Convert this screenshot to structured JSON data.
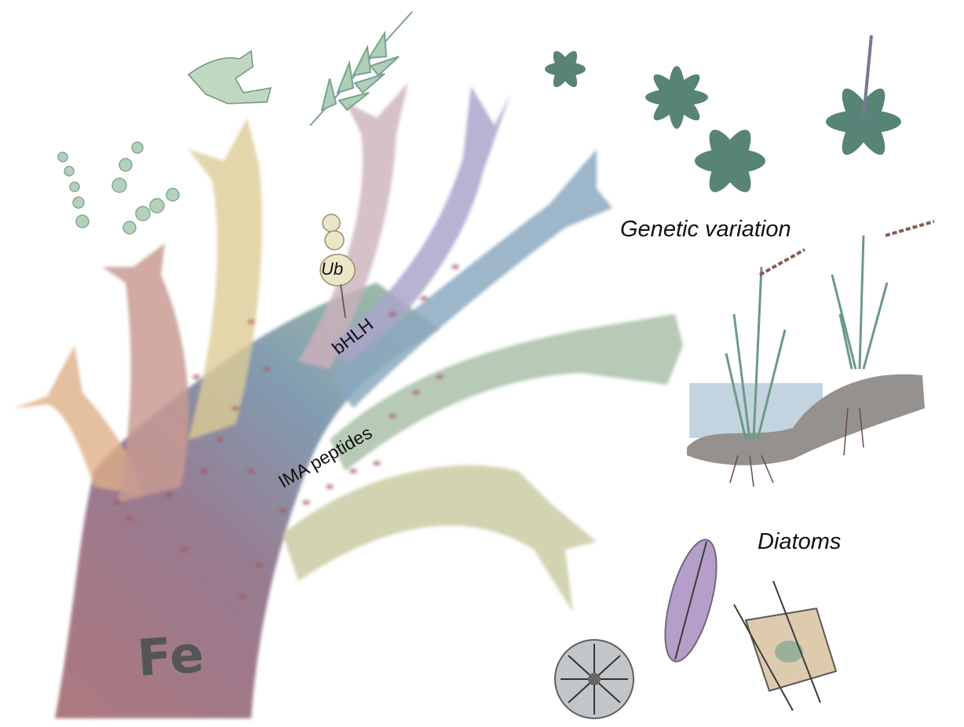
{
  "labels": {
    "genetic_variation": "Genetic variation",
    "diatoms": "Diatoms",
    "ub": "Ub",
    "bhlh": "bHLH",
    "ima_peptides": "IMA peptides",
    "fe": "Fe"
  },
  "palette": {
    "trunk_red": "#a86a6e",
    "branch_orange": "#d9a67a",
    "branch_yellow": "#d9c58a",
    "branch_pink": "#c7a7b4",
    "branch_purple": "#a19ac6",
    "branch_blue": "#7e9fb8",
    "branch_green": "#9fb89f",
    "branch_olive": "#c4c59a",
    "spots": "#9e3b3b",
    "plant_green": "#2f6456",
    "soil_gray": "#8a8683",
    "water_blue": "#9fb9cf"
  },
  "icons": [
    "algae-chain-icon",
    "liverwort-icon",
    "fern-frond-icon",
    "rosette-plant-icon",
    "ubiquitin-beads-icon",
    "grass-in-soil-icon",
    "pennate-diatom-icon",
    "centric-diatom-icon",
    "square-diatom-icon"
  ]
}
